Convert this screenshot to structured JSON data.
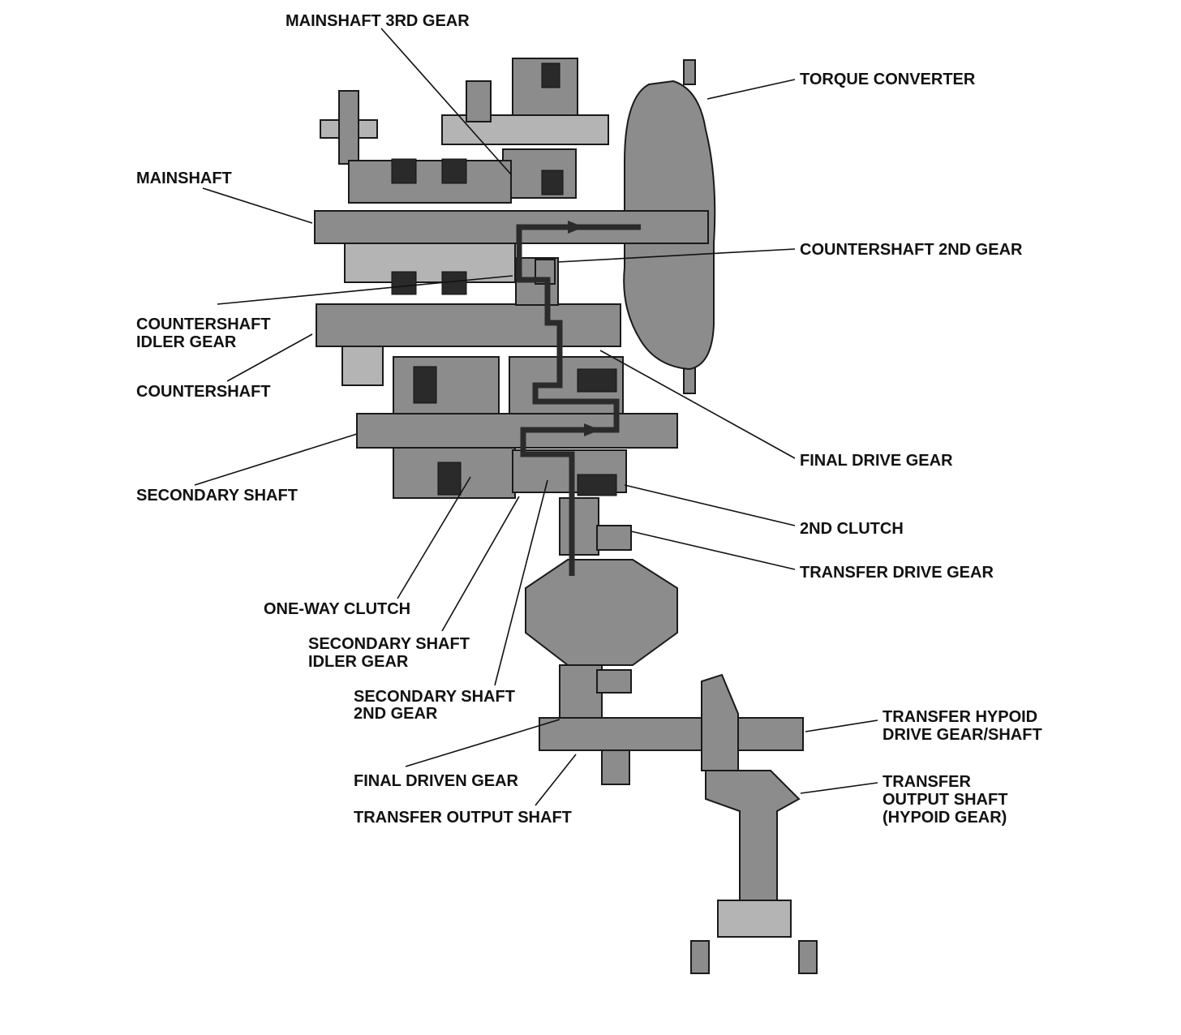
{
  "labels": {
    "mainshaft_3rd_gear": "MAINSHAFT 3RD GEAR",
    "torque_converter": "TORQUE CONVERTER",
    "mainshaft": "MAINSHAFT",
    "countershaft_2nd_gear": "COUNTERSHAFT 2ND GEAR",
    "countershaft_idler_gear": [
      "COUNTERSHAFT",
      "IDLER GEAR"
    ],
    "countershaft": "COUNTERSHAFT",
    "final_drive_gear": "FINAL DRIVE GEAR",
    "secondary_shaft": "SECONDARY SHAFT",
    "second_clutch": "2ND CLUTCH",
    "transfer_drive_gear": "TRANSFER DRIVE GEAR",
    "one_way_clutch": "ONE-WAY CLUTCH",
    "secondary_shaft_idler_gear": [
      "SECONDARY SHAFT",
      "IDLER GEAR"
    ],
    "secondary_shaft_2nd_gear": [
      "SECONDARY SHAFT",
      "2ND GEAR"
    ],
    "transfer_hypoid_drive_gear_shaft": [
      "TRANSFER HYPOID",
      "DRIVE GEAR/SHAFT"
    ],
    "final_driven_gear": "FINAL DRIVEN GEAR",
    "transfer_output_shaft_hypoid_gear": [
      "TRANSFER",
      "OUTPUT SHAFT",
      "(HYPOID GEAR)"
    ],
    "transfer_output_shaft": "TRANSFER OUTPUT SHAFT"
  }
}
